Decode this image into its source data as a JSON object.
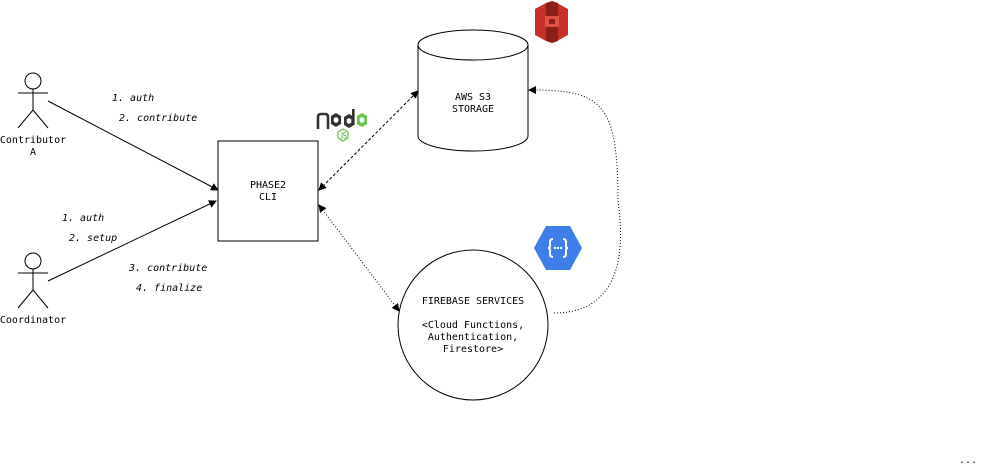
{
  "actors": {
    "contributor": {
      "line1": "Contributor",
      "line2": "A"
    },
    "coordinator": {
      "label": "Coordinator"
    }
  },
  "phase2_cli": {
    "line1": "PHASE2",
    "line2": "CLI"
  },
  "aws_s3": {
    "line1": "AWS S3",
    "line2": "STORAGE",
    "icon": "aws-s3-icon",
    "color": "#c7302a"
  },
  "firebase": {
    "title": "FIREBASE SERVICES",
    "line2": "<Cloud Functions,",
    "line3": "Authentication,",
    "line4": "Firestore>",
    "icon": "gcp-cloud-functions-icon",
    "color": "#3f7ee8"
  },
  "nodejs": {
    "icon": "nodejs-logo",
    "color": "#6cc24a"
  },
  "contributor_steps": [
    "1. auth",
    "2. contribute"
  ],
  "coordinator_steps": [
    "1. auth",
    "2. setup",
    "3. contribute",
    "4. finalize"
  ],
  "footer": {
    "ellipsis": "..."
  }
}
